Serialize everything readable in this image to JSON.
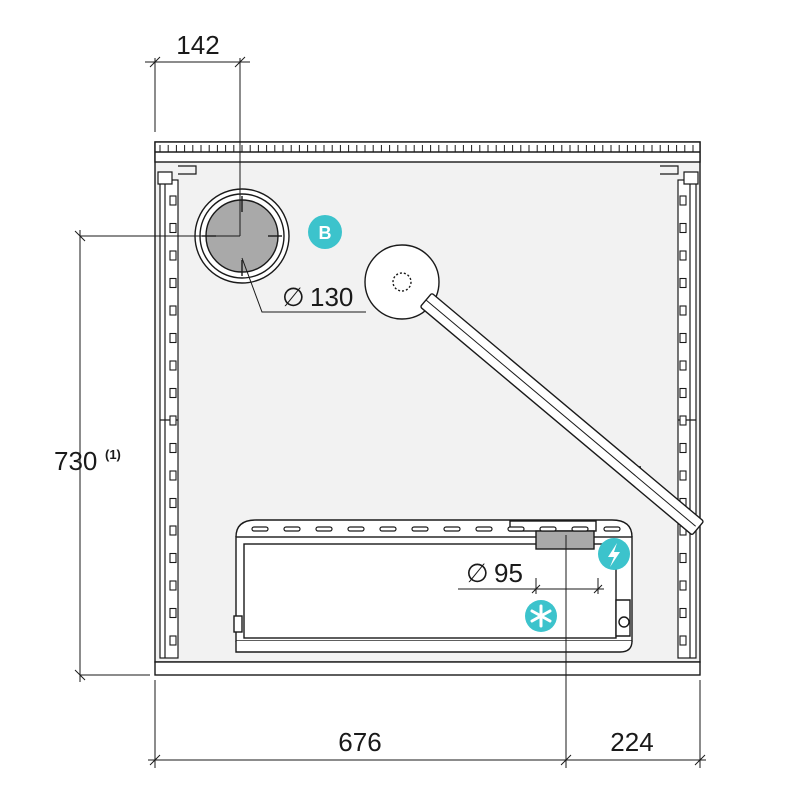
{
  "dimensions": {
    "top_offset": "142",
    "height": "730",
    "height_note": "(1)",
    "width_main": "676",
    "width_right": "224",
    "flue_diameter": "130",
    "pipe_diameter": "95",
    "diameter_symbol": "∅"
  },
  "badges": {
    "badge_b": "B",
    "power_icon": "lightning-bolt",
    "asterisk_icon": "asterisk"
  },
  "colors": {
    "badge": "#3cc3cc",
    "line": "#1a1a1a",
    "fill_gray": "#a9a9a9",
    "panel": "#f2f2f2"
  }
}
